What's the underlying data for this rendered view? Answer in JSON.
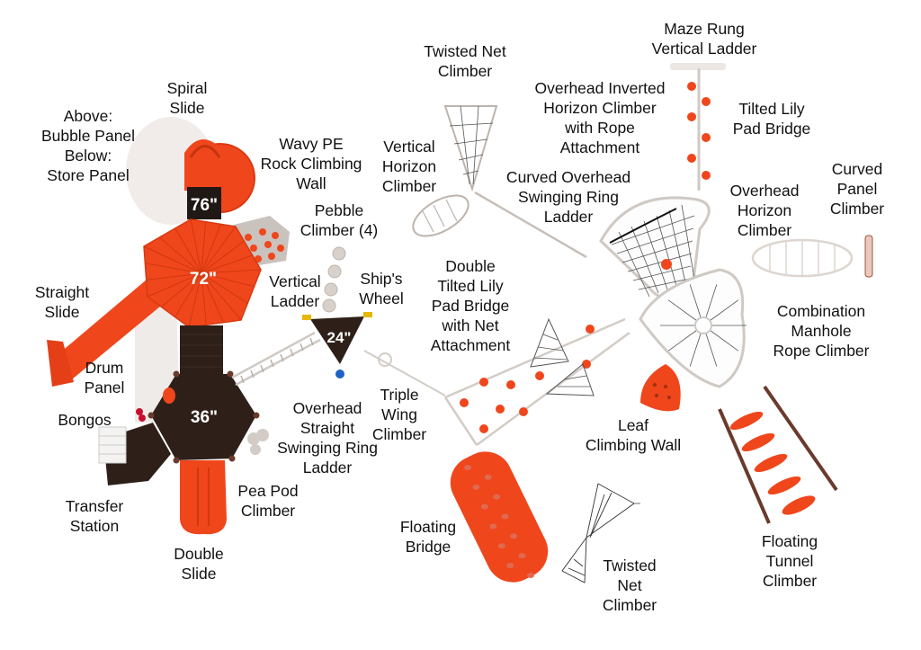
{
  "colors": {
    "orange": "#f0461c",
    "orange_light": "#f4672f",
    "deck_brown": "#2e2019",
    "post_brown": "#6a3a2c",
    "frame_white": "#ddd8d2",
    "net_line": "#333333",
    "blue": "#1c63c8",
    "text": "#111111"
  },
  "decks": [
    {
      "id": "deck-76",
      "height": "76\""
    },
    {
      "id": "deck-72",
      "height": "72\""
    },
    {
      "id": "deck-36",
      "height": "36\""
    },
    {
      "id": "deck-24",
      "height": "24\""
    }
  ],
  "labels": [
    {
      "id": "above-below-panel",
      "text": "Above:\nBubble Panel\nBelow:\nStore Panel"
    },
    {
      "id": "spiral-slide",
      "text": "Spiral\nSlide"
    },
    {
      "id": "wavy-pe-rock-wall",
      "text": "Wavy PE\nRock Climbing\nWall"
    },
    {
      "id": "pebble-climber",
      "text": "Pebble\nClimber (4)"
    },
    {
      "id": "vertical-ladder",
      "text": "Vertical\nLadder"
    },
    {
      "id": "ships-wheel",
      "text": "Ship's\nWheel"
    },
    {
      "id": "straight-slide",
      "text": "Straight\nSlide"
    },
    {
      "id": "drum-panel",
      "text": "Drum\nPanel"
    },
    {
      "id": "bongos",
      "text": "Bongos"
    },
    {
      "id": "transfer-station",
      "text": "Transfer\nStation"
    },
    {
      "id": "double-slide",
      "text": "Double\nSlide"
    },
    {
      "id": "pea-pod-climber",
      "text": "Pea Pod\nClimber"
    },
    {
      "id": "overhead-straight-ring-ladder",
      "text": "Overhead\nStraight\nSwinging Ring\nLadder"
    },
    {
      "id": "triple-wing-climber",
      "text": "Triple\nWing\nClimber"
    },
    {
      "id": "twisted-net-climber-top",
      "text": "Twisted Net\nClimber"
    },
    {
      "id": "vertical-horizon-climber",
      "text": "Vertical\nHorizon\nClimber"
    },
    {
      "id": "curved-overhead-ring-ladder",
      "text": "Curved Overhead\nSwinging Ring\nLadder"
    },
    {
      "id": "overhead-inverted-horizon",
      "text": "Overhead Inverted\nHorizon Climber\nwith Rope\nAttachment"
    },
    {
      "id": "maze-rung-ladder",
      "text": "Maze Rung\nVertical Ladder"
    },
    {
      "id": "tilted-lily-pad-bridge",
      "text": "Tilted Lily\nPad Bridge"
    },
    {
      "id": "curved-panel-climber",
      "text": "Curved\nPanel\nClimber"
    },
    {
      "id": "overhead-horizon-climber",
      "text": "Overhead\nHorizon\nClimber"
    },
    {
      "id": "double-tilted-lily-pad",
      "text": "Double\nTilted Lily\nPad Bridge\nwith Net\nAttachment"
    },
    {
      "id": "combination-manhole",
      "text": "Combination\nManhole\nRope Climber"
    },
    {
      "id": "leaf-climbing-wall",
      "text": "Leaf\nClimbing Wall"
    },
    {
      "id": "floating-bridge",
      "text": "Floating\nBridge"
    },
    {
      "id": "twisted-net-climber-bottom",
      "text": "Twisted\nNet\nClimber"
    },
    {
      "id": "floating-tunnel-climber",
      "text": "Floating\nTunnel\nClimber"
    }
  ]
}
